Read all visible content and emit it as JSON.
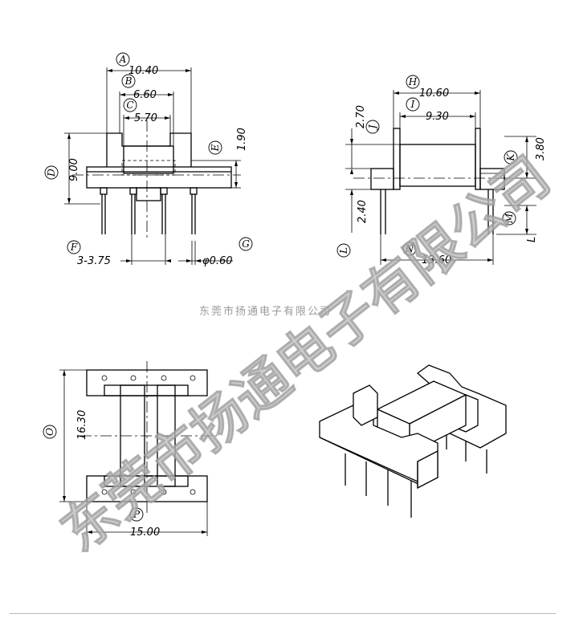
{
  "labels": {
    "A": "A",
    "B": "B",
    "C": "C",
    "D": "D",
    "E": "E",
    "F": "F",
    "G": "G",
    "H": "H",
    "I": "I",
    "J": "J",
    "K": "K",
    "L": "L",
    "M": "M",
    "N": "N",
    "O": "O",
    "P": "P"
  },
  "dimensions": {
    "A": "10.40",
    "B": "6.60",
    "C": "5.70",
    "D": "9.00",
    "E": "1.90",
    "F": "3-3.75",
    "G": "φ0.60",
    "H": "10.60",
    "I": "9.30",
    "J": "2.70",
    "K": "3.80",
    "L_value": "2.40",
    "L_letter": "L",
    "N": "13.60",
    "O": "16.30",
    "P": "15.00"
  },
  "watermark": {
    "company_small": "东莞市扬通电子有限公司",
    "company_big": "东莞市扬通电子有限公司"
  }
}
